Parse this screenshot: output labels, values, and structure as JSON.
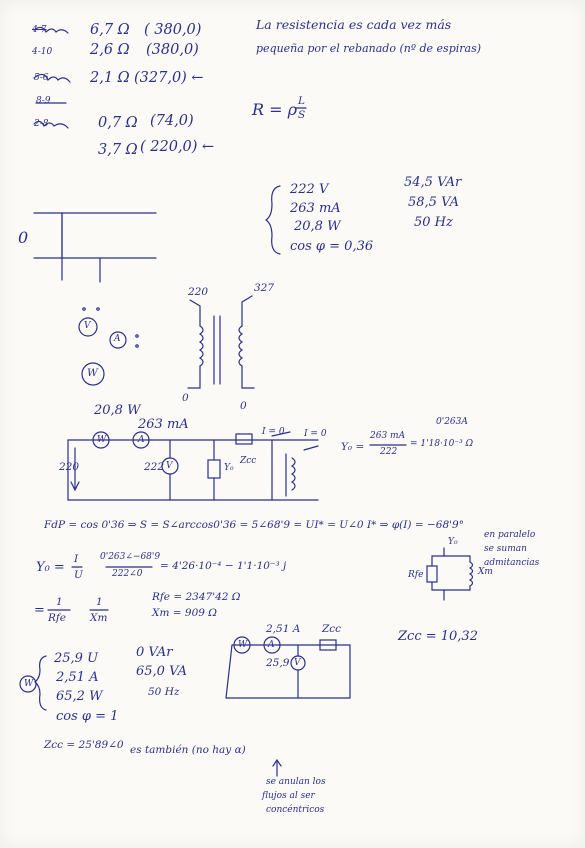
{
  "top": {
    "rows": [
      {
        "label": "4-7",
        "value": "6,7 Ω",
        "coord": "( 380,0)"
      },
      {
        "label": "4-10",
        "value": "2,6 Ω",
        "coord": "(380,0)"
      },
      {
        "label": "5-6",
        "value": "2,1 Ω",
        "coord": "(327,0) ←"
      },
      {
        "label": "8-9",
        "value": "",
        "coord": ""
      },
      {
        "label": "2-8",
        "value": "0,7 Ω",
        "coord": "(74,0)"
      },
      {
        "label": "",
        "value": "3,7 Ω",
        "coord": "( 220,0) ←"
      }
    ],
    "note_line1": "La resistencia es cada vez más",
    "note_line2": "pequeña por el rebanado (nº de espiras)",
    "formula_r": "R = ρ",
    "formula_num": "L",
    "formula_den": "S"
  },
  "measure1": {
    "left": [
      "222 V",
      "263 mA",
      "20,8 W",
      "cos φ = 0,36"
    ],
    "right": [
      "54,5 VAr",
      "58,5 VA",
      "50 Hz"
    ]
  },
  "axis": {
    "zero": "0"
  },
  "meters": {
    "v": "V",
    "a": "A",
    "w": "W"
  },
  "transformer": {
    "label_left": "220",
    "label_right": "327",
    "zero_left": "0",
    "zero_right": "0"
  },
  "circuit1": {
    "w_label": "20,8 W",
    "a_label": "263 mA",
    "v_in": "220",
    "v_meter": "222",
    "y0": "Y₀",
    "zcc": "Zcc",
    "i0a": "I = 0",
    "i0b": "I = 0",
    "y0_eq_lhs": "Y₀ =",
    "y0_eq_num": "263 mA",
    "y0_eq_den": "222",
    "y0_eq_rhs": "= 1'18·10⁻³ Ω",
    "y0_eq_top": "0'263A"
  },
  "fdp": {
    "line": "FdP = cos 0'36 ⇒ S = S∠arccos0'36 = 5∠68'9 = UI* = U∠0 I* ⇒ φ(I) = −68'9°"
  },
  "parallel_note": [
    "en paralelo",
    "se suman",
    "admitancias"
  ],
  "parallel_labels": {
    "y0": "Y₀",
    "rfe": "Rfe",
    "xm": "Xm"
  },
  "y0_calc": {
    "lhs": "Y₀ =",
    "frac1_num": "I",
    "frac1_den": "U",
    "frac2_num": "0'263∠−68'9",
    "frac2_den": "222∠0",
    "rhs": "= 4'26·10⁻⁴ − 1'1·10⁻³ j"
  },
  "rfe_calc": {
    "lhs": "=",
    "f1_num": "1",
    "f1_den": "Rfe",
    "f2_num": "1",
    "f2_den": "Xm",
    "rfe": "Rfe = 2347'42 Ω",
    "xm": "Xm = 909 Ω"
  },
  "measure2": {
    "left": [
      "25,9 U",
      "2,51 A",
      "65,2 W",
      "cos φ = 1"
    ],
    "right": [
      "0 VAr",
      "65,0 VA",
      "50 Hz"
    ]
  },
  "circuit2": {
    "a_label": "2,51 A",
    "zcc": "Zcc",
    "v_label": "25,9"
  },
  "zcc_value": "Zcc = 10,32",
  "zcc_final": "Zcc = 25'89∠0",
  "zcc_note": "es también (no hay α)",
  "bottom_note": [
    "se anulan los",
    "flujos al ser",
    "concéntricos"
  ]
}
